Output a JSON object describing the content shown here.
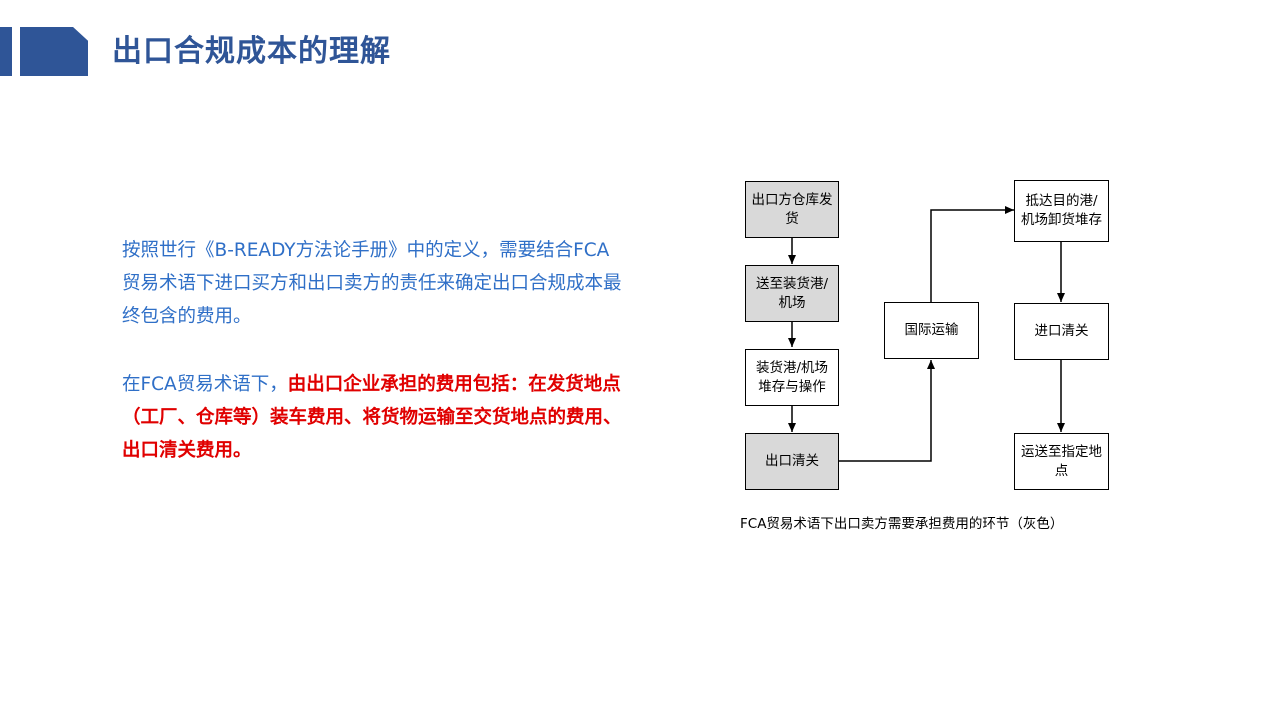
{
  "header": {
    "title": "出口合规成本的理解"
  },
  "text": {
    "p1": "按照世行《B-READY方法论手册》中的定义，需要结合FCA贸易术语下进口买方和出口卖方的责任来确定出口合规成本最终包含的费用。",
    "p2_prefix": "在FCA贸易术语下，",
    "p2_emphasis": "由出口企业承担的费用包括：在发货地点（工厂、仓库等）装车费用、将货物运输至交货地点的费用、出口清关费用。"
  },
  "flowchart": {
    "nodes": {
      "warehouse": "出口方仓库发货",
      "to_port": "送至装货港/机场",
      "port_storage": "装货港/机场堆存与操作",
      "export_clearance": "出口清关",
      "intl_transport": "国际运输",
      "arrival": "抵达目的港/机场卸货堆存",
      "import_clearance": "进口清关",
      "delivery": "运送至指定地点"
    },
    "caption": "FCA贸易术语下出口卖方需要承担费用的环节（灰色）",
    "colors": {
      "seller_cost": "#d9d9d9",
      "other": "#ffffff",
      "border": "#000000"
    }
  },
  "colors": {
    "brand": "#2f5597",
    "body_text": "#2f6fc7",
    "emphasis": "#e00000"
  }
}
